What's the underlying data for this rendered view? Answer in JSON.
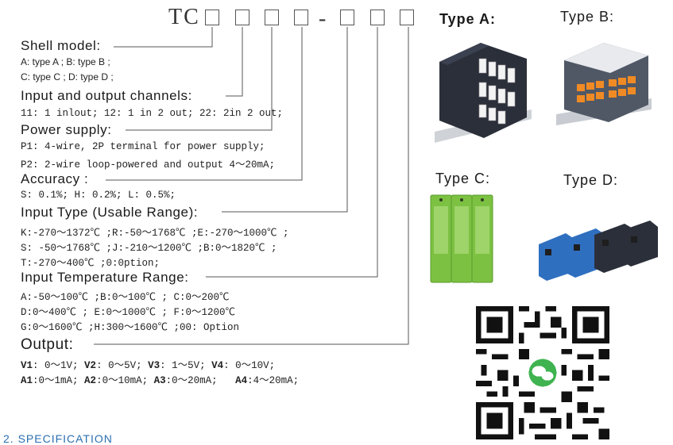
{
  "model_code": {
    "prefix": "TC",
    "separator": "-"
  },
  "sections": {
    "shell": {
      "title": "Shell model:",
      "line1": "A: type A ; B: type B ;",
      "line2": "C: type C ; D: type D ;"
    },
    "channels": {
      "title": "Input and output channels:",
      "line1": "11: 1 inlout; 12: 1 in 2 out; 22: 2in 2 out;"
    },
    "power": {
      "title": "Power supply:",
      "line1": "P1: 4-wire, 2P terminal for power supply;",
      "line2": "P2: 2-wire loop-powered and output 4～20mA;"
    },
    "accuracy": {
      "title": "Accuracy :",
      "line1": "S: 0.1%; H: 0.2%; L: 0.5%;"
    },
    "input_type": {
      "title": "Input Type (Usable Range):",
      "line1": "K:-270～1372℃ ;R:-50～1768℃ ;E:-270～1000℃ ;",
      "line2": "S: -50～1768℃ ;J:-210～1200℃ ;B:0～1820℃ ;",
      "line3": "T:-270～400℃ ;0:0ption;"
    },
    "temp_range": {
      "title": "Input Temperature Range:",
      "line1": "A:-50～100℃ ;B:0～100℃ ; C:0～200℃",
      "line2": "D:0～400℃ ; E:0～1000℃ ; F:0～1200℃",
      "line3": "G:0～1600℃ ;H:300～1600℃ ;00: Option"
    },
    "output": {
      "title": "Output:",
      "v1k": "V1",
      "v1": ": 0～1V;",
      "v2k": "V2",
      "v2": ": 0～5V;",
      "v3k": "V3",
      "v3": ": 1～5V;",
      "v4k": "V4",
      "v4": ": 0～10V;",
      "a1k": "A1",
      "a1": ":0～1mA;",
      "a2k": "A2",
      "a2": ":0～10mA;",
      "a3k": "A3",
      "a3": ":0～20mA;",
      "a4k": "A4",
      "a4": ":4～20mA;"
    }
  },
  "types": {
    "a": "Type A:",
    "b": "Type B:",
    "c": "Type C:",
    "d": "Type D:"
  },
  "footer": "2. SPECIFICATION",
  "colors": {
    "green_module": "#7cc142",
    "blue_module": "#2f6fc0",
    "dark_module": "#2b2f3a",
    "orange_terminal": "#f08a24",
    "footer_blue": "#2a6fb0"
  }
}
